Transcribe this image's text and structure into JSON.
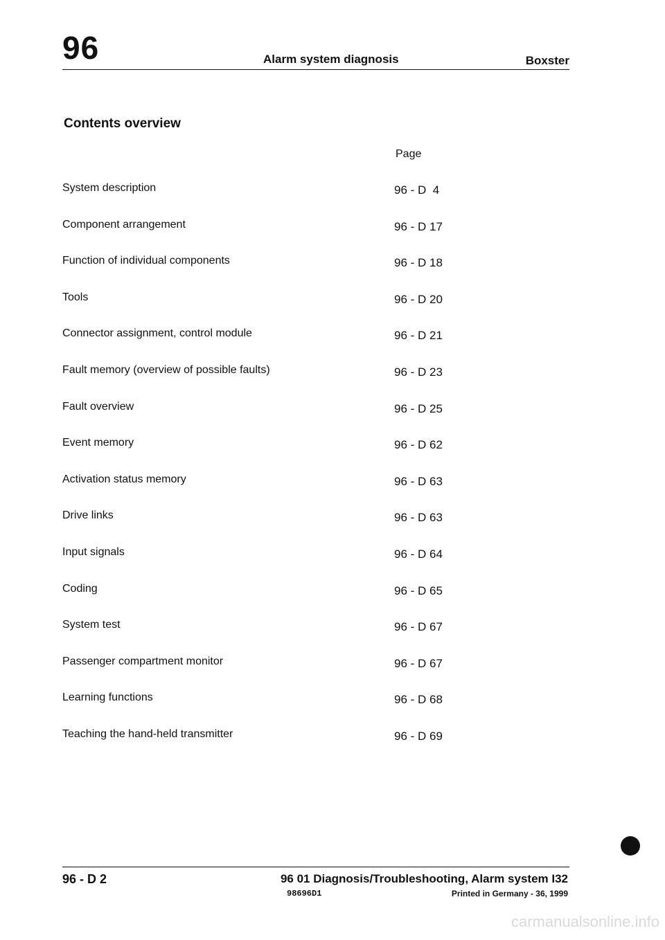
{
  "header": {
    "chapter": "96",
    "title": "Alarm system diagnosis",
    "model": "Boxster"
  },
  "contents": {
    "title": "Contents overview",
    "page_column_header": "Page",
    "entries": [
      {
        "label": "System description",
        "page": "96 - D  4"
      },
      {
        "label": "Component arrangement",
        "page": "96 - D 17"
      },
      {
        "label": "Function of individual components",
        "page": "96 - D 18"
      },
      {
        "label": "Tools",
        "page": "96 - D 20"
      },
      {
        "label": "Connector assignment, control module",
        "page": "96 - D 21"
      },
      {
        "label": "Fault memory (overview of possible faults)",
        "page": "96 - D 23"
      },
      {
        "label": "Fault overview",
        "page": "96 - D 25"
      },
      {
        "label": "Event memory",
        "page": "96 - D 62"
      },
      {
        "label": "Activation status memory",
        "page": "96 - D 63"
      },
      {
        "label": "Drive links",
        "page": "96 - D 63"
      },
      {
        "label": "Input signals",
        "page": "96 - D 64"
      },
      {
        "label": "Coding",
        "page": "96 - D 65"
      },
      {
        "label": "System test",
        "page": "96 - D 67"
      },
      {
        "label": "Passenger compartment monitor",
        "page": "96 - D 67"
      },
      {
        "label": "Learning functions",
        "page": "96 - D 68"
      },
      {
        "label": "Teaching the hand-held transmitter",
        "page": "96 - D 69"
      }
    ]
  },
  "footer": {
    "page_number": "96 - D 2",
    "section": "96 01  Diagnosis/Troubleshooting, Alarm system I32",
    "doc_number": "98696D1",
    "printed": "Printed in Germany - 36, 1999"
  },
  "watermark": "carmanualsonline.info"
}
